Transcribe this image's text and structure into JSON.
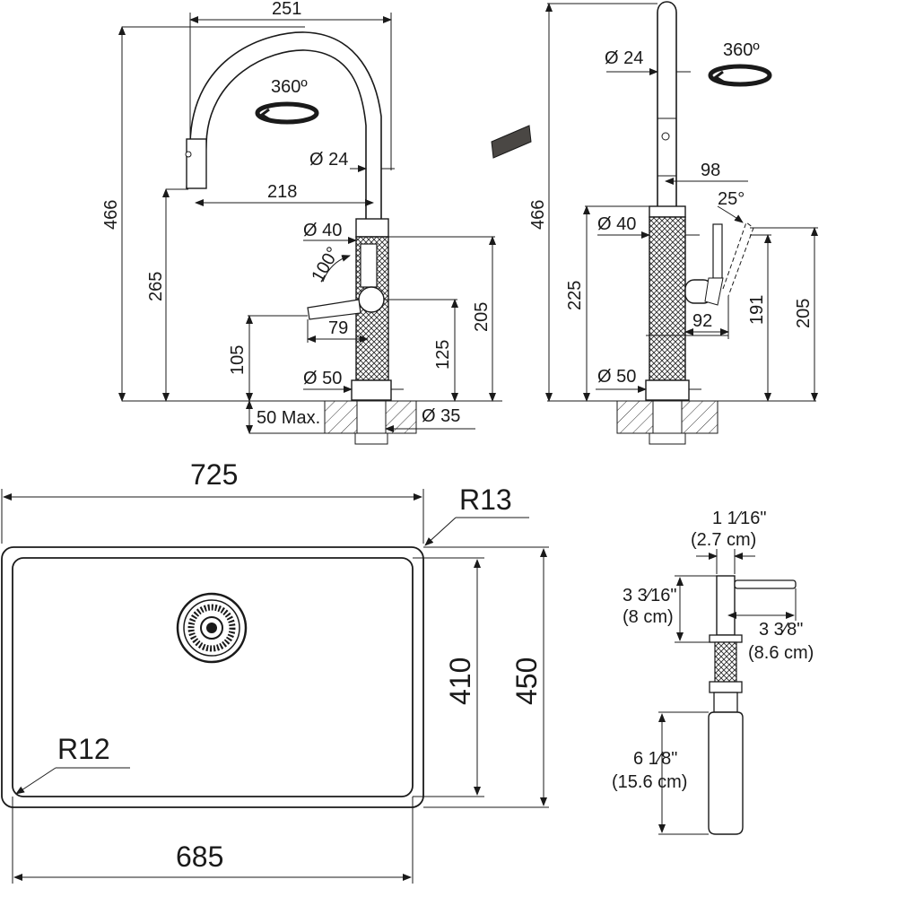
{
  "faucet_front": {
    "width_overall": "251",
    "height_overall": "466",
    "spout_height": "265",
    "spout_reach": "218",
    "hose_diameter": "Ø 24",
    "body_diameter": "Ø 40",
    "base_diameter": "Ø 50",
    "body_height": "205",
    "lever_height": "125",
    "lever_base_height": "105",
    "lever_reach": "79",
    "lever_angle": "100°",
    "rotation": "360º",
    "worktop_max": "50 Max.",
    "hole_diameter": "Ø 35"
  },
  "faucet_side": {
    "height_overall": "466",
    "body_height": "225",
    "tube_diameter": "Ø 24",
    "body_diameter": "Ø 40",
    "base_diameter": "Ø 50",
    "rotation": "360º",
    "lever_offset": "98",
    "lever_angle": "25°",
    "lever_depth": "92",
    "lever_height": "191",
    "side_height": "205"
  },
  "sink": {
    "outer_width": "725",
    "inner_width": "685",
    "outer_depth": "450",
    "inner_depth": "410",
    "outer_radius": "R13",
    "inner_radius": "R12"
  },
  "dispenser": {
    "head_width_in": "1 1⁄16\"",
    "head_width_cm": "(2.7 cm)",
    "head_height_in": "3 3⁄16\"",
    "head_height_cm": "(8 cm)",
    "spout_reach_in": "3 3⁄8\"",
    "spout_reach_cm": "(8.6 cm)",
    "bottle_height_in": "6 1⁄8\"",
    "bottle_height_cm": "(15.6 cm)"
  },
  "colors": {
    "line": "#1a1a1a",
    "knurl": "#3a3a3a",
    "finish_swatch": "#4a4744"
  }
}
